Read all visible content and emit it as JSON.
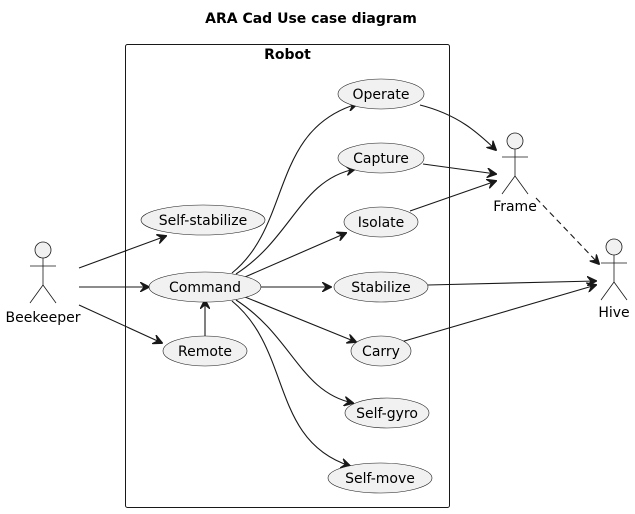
{
  "title": "ARA Cad Use case diagram",
  "system": {
    "name": "Robot"
  },
  "actors": {
    "beekeeper": "Beekeeper",
    "frame": "Frame",
    "hive": "Hive"
  },
  "use_cases": {
    "operate": "Operate",
    "capture": "Capture",
    "self_stabilize": "Self-stabilize",
    "isolate": "Isolate",
    "command": "Command",
    "stabilize": "Stabilize",
    "remote": "Remote",
    "carry": "Carry",
    "self_gyro": "Self-gyro",
    "self_move": "Self-move"
  },
  "relations": [
    {
      "from": "Beekeeper",
      "to": "Self-stabilize",
      "style": "solid"
    },
    {
      "from": "Beekeeper",
      "to": "Command",
      "style": "solid"
    },
    {
      "from": "Beekeeper",
      "to": "Remote",
      "style": "solid"
    },
    {
      "from": "Remote",
      "to": "Command",
      "style": "solid"
    },
    {
      "from": "Command",
      "to": "Operate",
      "style": "solid"
    },
    {
      "from": "Command",
      "to": "Capture",
      "style": "solid"
    },
    {
      "from": "Command",
      "to": "Isolate",
      "style": "solid"
    },
    {
      "from": "Command",
      "to": "Stabilize",
      "style": "solid"
    },
    {
      "from": "Command",
      "to": "Carry",
      "style": "solid"
    },
    {
      "from": "Command",
      "to": "Self-gyro",
      "style": "solid"
    },
    {
      "from": "Command",
      "to": "Self-move",
      "style": "solid"
    },
    {
      "from": "Operate",
      "to": "Frame",
      "style": "solid"
    },
    {
      "from": "Capture",
      "to": "Frame",
      "style": "solid"
    },
    {
      "from": "Isolate",
      "to": "Frame",
      "style": "solid"
    },
    {
      "from": "Stabilize",
      "to": "Hive",
      "style": "solid"
    },
    {
      "from": "Carry",
      "to": "Hive",
      "style": "solid"
    },
    {
      "from": "Frame",
      "to": "Hive",
      "style": "dashed"
    }
  ]
}
